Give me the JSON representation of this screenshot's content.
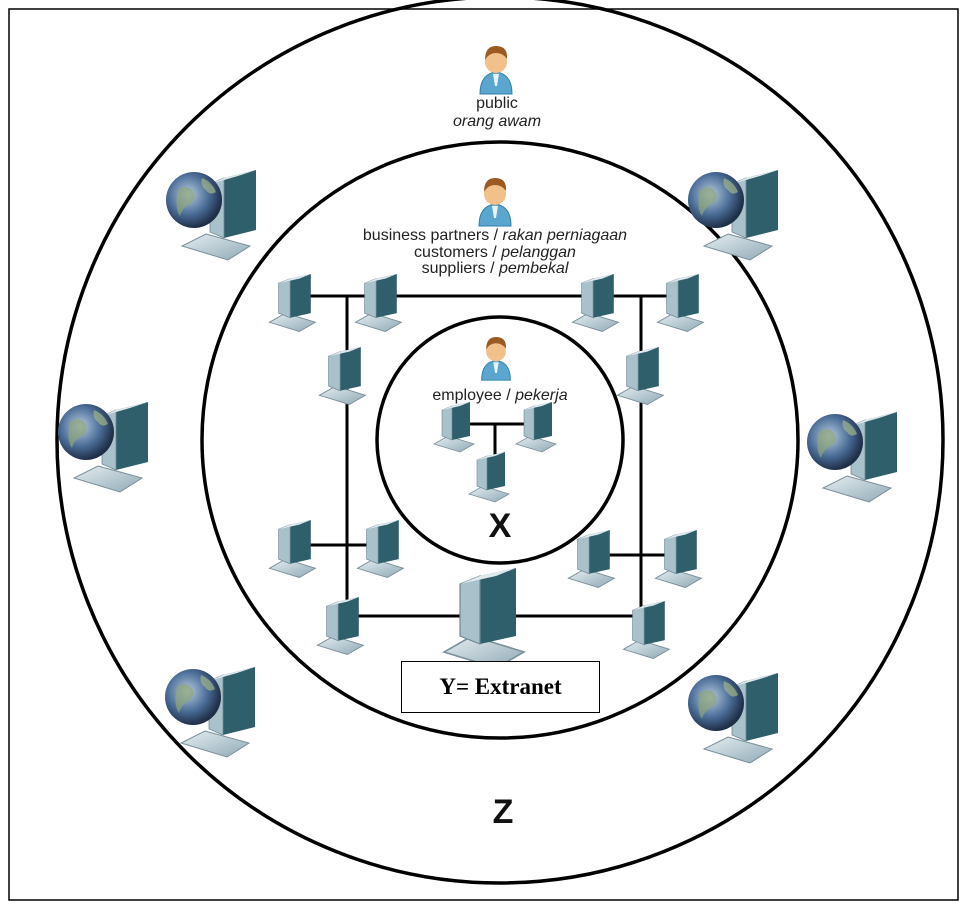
{
  "labels": {
    "public": "public",
    "public_malay": "orang awam",
    "partners": "business partners / ",
    "partners_malay": "rakan perniagaan",
    "customers": "customers / ",
    "customers_malay": "pelanggan",
    "suppliers": "suppliers / ",
    "suppliers_malay": "pembekal",
    "employee": "employee / ",
    "employee_malay": "pekerja"
  },
  "zones": {
    "inner": "X",
    "middle": "Y= Extranet",
    "outer": "Z"
  },
  "icons": {
    "person": "person-icon",
    "computer": "computer-icon",
    "globe_computer": "globe-computer-icon"
  },
  "colors": {
    "ring": "#000000",
    "monitor": "#2f5f6a",
    "case": "#b9cdd6",
    "globe": "#3d5f8a",
    "skin": "#f2c08a",
    "shirt": "#5aa6cf"
  }
}
